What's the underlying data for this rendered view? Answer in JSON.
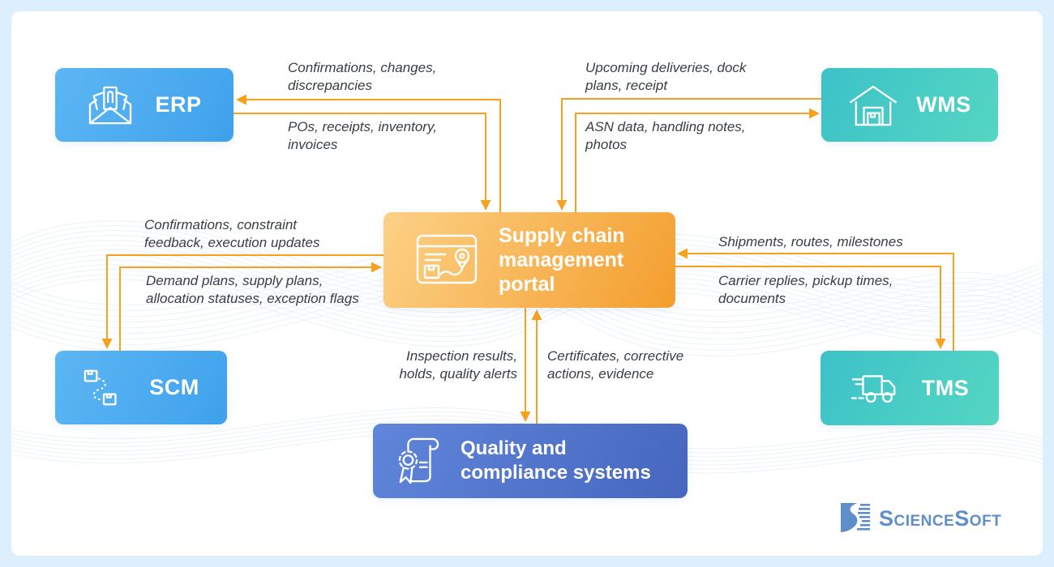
{
  "nodes": {
    "erp": {
      "label": "ERP",
      "icon": "open-envelope-documents-icon"
    },
    "wms": {
      "label": "WMS",
      "icon": "warehouse-icon"
    },
    "scm": {
      "label": "SCM",
      "icon": "package-route-icon"
    },
    "tms": {
      "label": "TMS",
      "icon": "delivery-truck-icon"
    },
    "portal": {
      "label": "Supply chain\nmanagement\nportal",
      "icon": "portal-window-map-pin-icon"
    },
    "quality": {
      "label": "Quality and\ncompliance systems",
      "icon": "certificate-icon"
    }
  },
  "flows": {
    "portal_to_erp": {
      "from": "portal",
      "to": "erp",
      "label": "Confirmations, changes,\ndiscrepancies"
    },
    "erp_to_portal": {
      "from": "erp",
      "to": "portal",
      "label": "POs, receipts, inventory,\ninvoices"
    },
    "wms_to_portal": {
      "from": "wms",
      "to": "portal",
      "label": "Upcoming deliveries, dock\nplans, receipt"
    },
    "portal_to_wms": {
      "from": "portal",
      "to": "wms",
      "label": "ASN data, handling notes,\nphotos"
    },
    "portal_to_scm": {
      "from": "portal",
      "to": "scm",
      "label": "Confirmations, constraint\nfeedback, execution updates"
    },
    "scm_to_portal": {
      "from": "scm",
      "to": "portal",
      "label": "Demand plans, supply plans,\nallocation statuses, exception flags"
    },
    "tms_to_portal": {
      "from": "tms",
      "to": "portal",
      "label": "Shipments, routes, milestones"
    },
    "portal_to_tms": {
      "from": "portal",
      "to": "tms",
      "label": "Carrier replies, pickup times,\ndocuments"
    },
    "portal_to_quality": {
      "from": "portal",
      "to": "quality",
      "label": "Inspection results,\nholds, quality alerts"
    },
    "quality_to_portal": {
      "from": "quality",
      "to": "portal",
      "label": "Certificates, corrective\nactions, evidence"
    }
  },
  "logo": {
    "text": "ScienceSoft"
  },
  "colors": {
    "background": "#ddeefc",
    "arrow": "#f6a21f",
    "blue_node_gradient": [
      "#5db6f3",
      "#3fa1ec"
    ],
    "teal_node_gradient": [
      "#3cc2c8",
      "#55d6c2"
    ],
    "portal_gradient": [
      "#fcd186",
      "#f49e2d"
    ],
    "quality_gradient": [
      "#5f86da",
      "#4766bf"
    ],
    "label_text": "#383d45",
    "logo_blue": "#5e8fc9"
  }
}
